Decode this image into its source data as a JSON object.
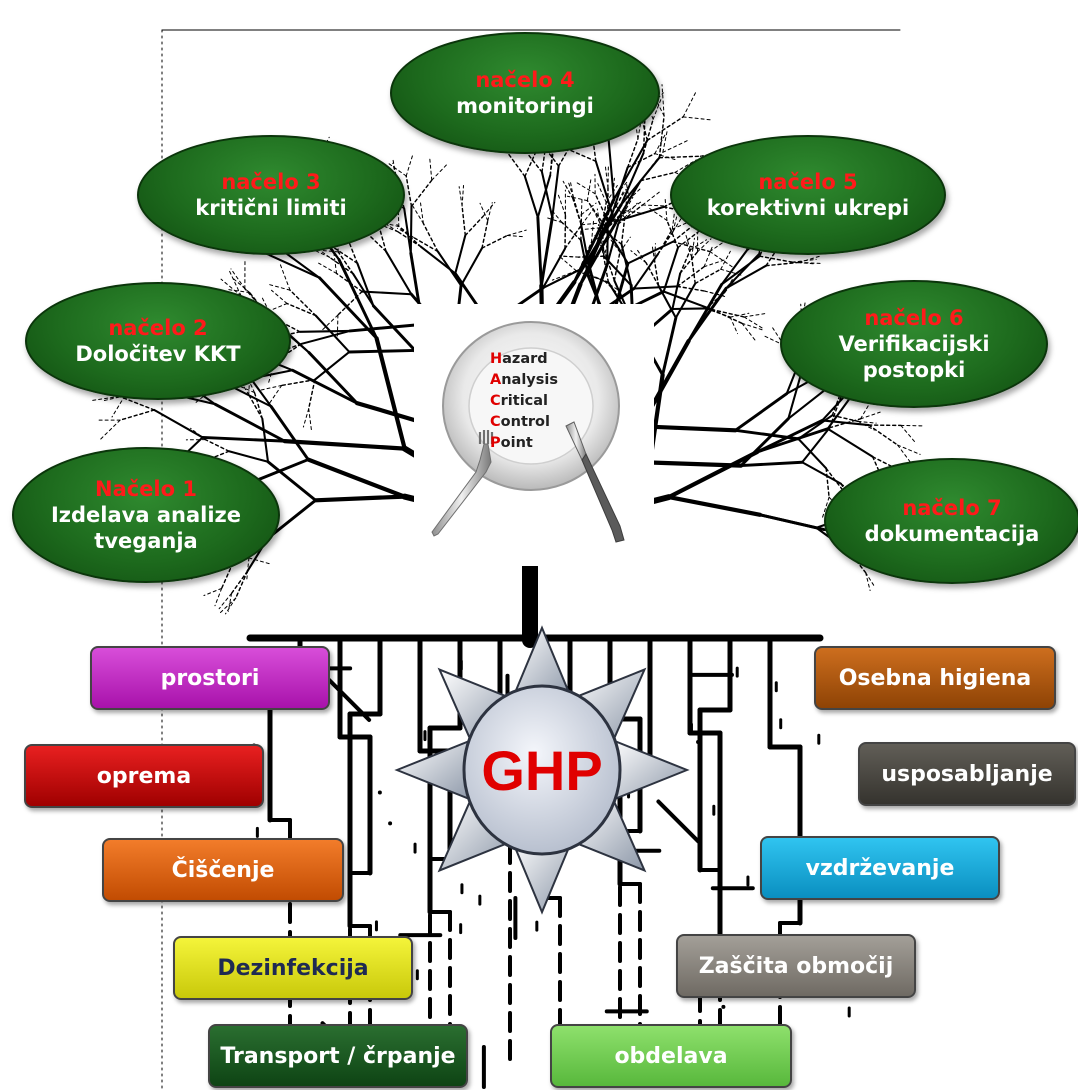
{
  "principles": [
    {
      "id": "p1",
      "number": "Načelo 1",
      "label": "Izdelava analize\ntveganja"
    },
    {
      "id": "p2",
      "number": "načelo 2",
      "label": "Določitev KKT"
    },
    {
      "id": "p3",
      "number": "načelo 3",
      "label": "kritični limiti"
    },
    {
      "id": "p4",
      "number": "načelo 4",
      "label": "monitoringi"
    },
    {
      "id": "p5",
      "number": "načelo 5",
      "label": "korektivni ukrepi"
    },
    {
      "id": "p6",
      "number": "načelo 6",
      "label": "Verifikacijski\npostopki"
    },
    {
      "id": "p7",
      "number": "načelo 7",
      "label": "dokumentacija"
    }
  ],
  "haccp": {
    "lines": [
      {
        "initial": "H",
        "rest": "azard"
      },
      {
        "initial": "A",
        "rest": "nalysis"
      },
      {
        "initial": "C",
        "rest": "ritical"
      },
      {
        "initial": "C",
        "rest": "ontrol"
      },
      {
        "initial": "P",
        "rest": "oint"
      }
    ]
  },
  "ghp": {
    "label": "GHP",
    "color": "#e00000"
  },
  "ghp_items": [
    {
      "id": "prostori",
      "label": "prostori",
      "color": "#c21fc6"
    },
    {
      "id": "oprema",
      "label": "oprema",
      "color": "#d00000"
    },
    {
      "id": "ciscenje",
      "label": "Čiščenje",
      "color": "#e4630f"
    },
    {
      "id": "dezinfekcija",
      "label": "Dezinfekcija",
      "color": "#e6e61a",
      "text_color": "#1f2a52"
    },
    {
      "id": "transport",
      "label": "Transport / črpanje",
      "color": "#17561d"
    },
    {
      "id": "obdelava",
      "label": "obdelava",
      "color": "#6fce55"
    },
    {
      "id": "zascita",
      "label": "Zaščita območij",
      "color": "#8c8780"
    },
    {
      "id": "vzdrzevanje",
      "label": "vzdrževanje",
      "color": "#14aee0"
    },
    {
      "id": "usposabljanje",
      "label": "usposabljanje",
      "color": "#4c4a44"
    },
    {
      "id": "higiena",
      "label": "Osebna higiena",
      "color": "#b55910"
    }
  ]
}
